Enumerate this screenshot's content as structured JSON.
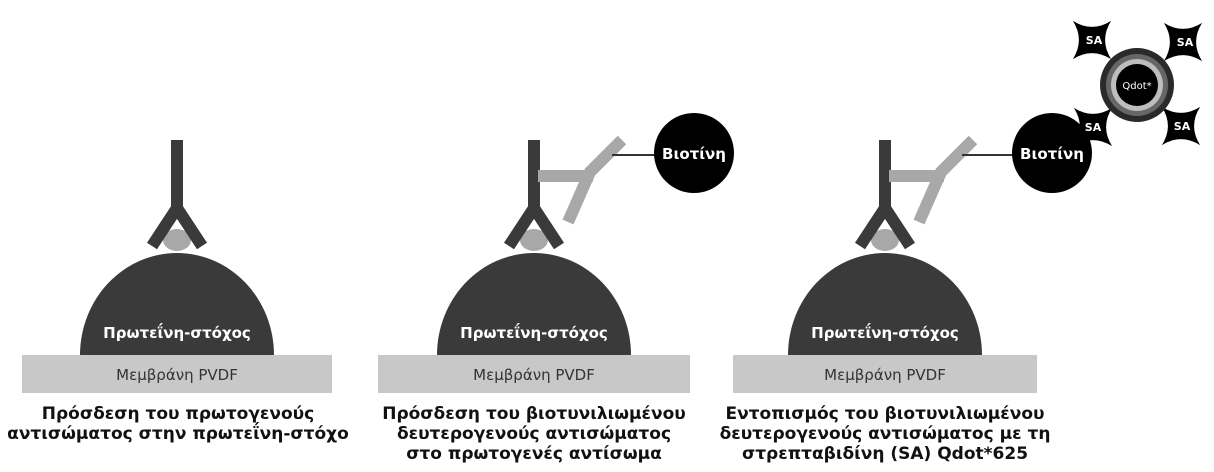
{
  "colors": {
    "dark": "#3a3a3a",
    "light_gray": "#a8a8a8",
    "membrane": "#c8c8c8",
    "black": "#000000",
    "white": "#ffffff",
    "qdot_ring_dark": "#666666",
    "qdot_ring_light": "#bdbdbd"
  },
  "panels": [
    {
      "protein_label": "Πρωτεΐνη-στόχος",
      "membrane_label": "Μεμβράνη PVDF",
      "caption": [
        "Πρόσδεση του πρωτογενούς",
        "αντισώματος στην πρωτεΐνη-στόχο"
      ]
    },
    {
      "protein_label": "Πρωτεΐνη-στόχος",
      "membrane_label": "Μεμβράνη PVDF",
      "biotin_label": "Βιοτίνη",
      "caption": [
        "Πρόσδεση του βιοτυνιλιωμένου",
        "δευτερογενούς αντισώματος",
        "στο πρωτογενές αντίσωμα"
      ]
    },
    {
      "protein_label": "Πρωτεΐνη-στόχος",
      "membrane_label": "Μεμβράνη PVDF",
      "biotin_label": "Βιοτίνη",
      "caption": [
        "Εντοπισμός του βιοτυνιλιωμένου",
        "δευτερογενούς αντισώματος με τη",
        "στρεπταβιδίνη (SA) Qdot*625"
      ]
    }
  ],
  "qdot": {
    "label": "Qdot*",
    "sa_labels": [
      "SA",
      "SA",
      "SA",
      "SA"
    ]
  }
}
